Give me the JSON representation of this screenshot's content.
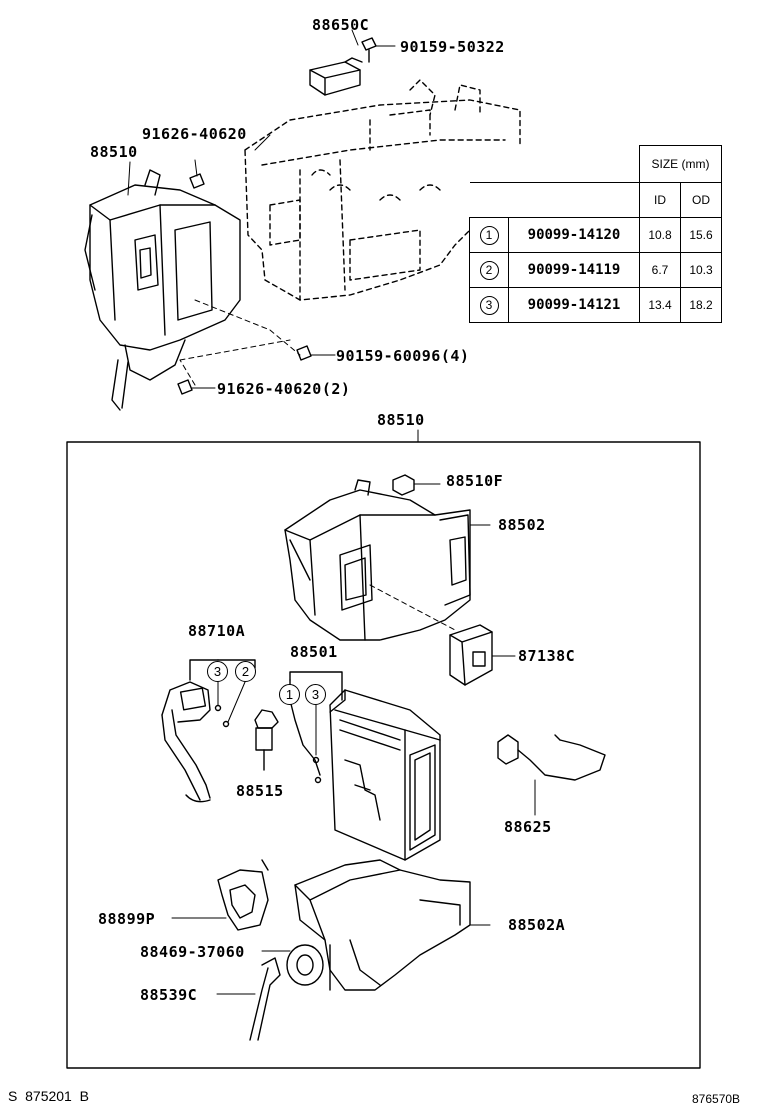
{
  "callouts": {
    "p88650c": "88650C",
    "p90159_50322": "90159-50322",
    "p91626_40620": "91626-40620",
    "p88510_top": "88510",
    "p90159_60096": "90159-60096(4)",
    "p91626_40620_2": "91626-40620(2)",
    "p88510_box": "88510",
    "p88510f": "88510F",
    "p88502": "88502",
    "p88710a": "88710A",
    "p88501": "88501",
    "p87138c": "87138C",
    "p88515": "88515",
    "p88625": "88625",
    "p88899p": "88899P",
    "p88502a": "88502A",
    "p88469_37060": "88469-37060",
    "p88539c": "88539C"
  },
  "ref_circles": {
    "a": "3",
    "b": "2",
    "c": "1",
    "d": "3"
  },
  "size_table": {
    "header": "SIZE (mm)",
    "col_id": "ID",
    "col_od": "OD",
    "rows": [
      {
        "num": "1",
        "part": "90099-14120",
        "id": "10.8",
        "od": "15.6"
      },
      {
        "num": "2",
        "part": "90099-14119",
        "id": "6.7",
        "od": "10.3"
      },
      {
        "num": "3",
        "part": "90099-14121",
        "id": "13.4",
        "od": "18.2"
      }
    ]
  },
  "footer": {
    "left": "S  875201  B",
    "right": "876570B"
  }
}
